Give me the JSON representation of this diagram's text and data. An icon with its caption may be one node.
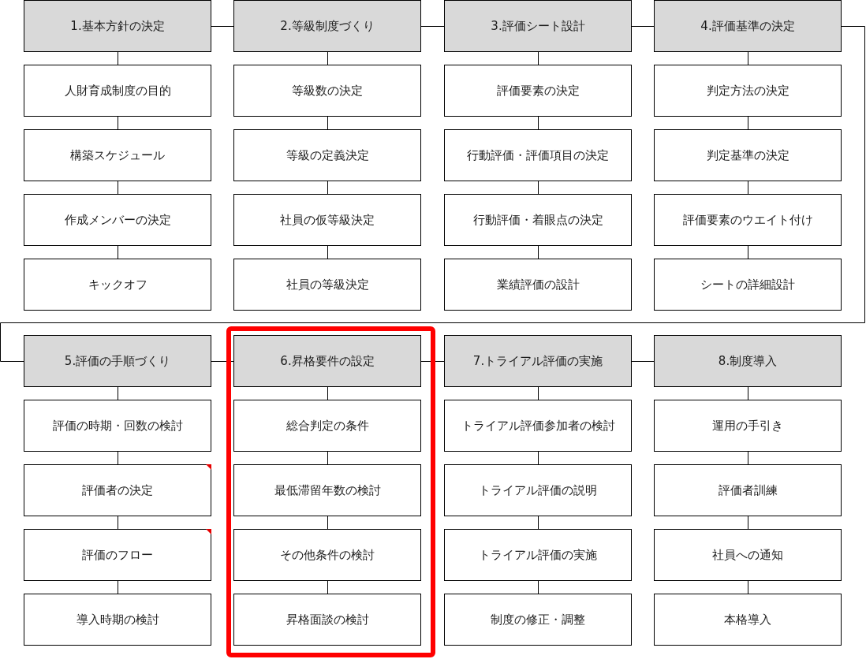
{
  "diagram": {
    "nodes": [
      {
        "text": [
          "1.基本方針の決定"
        ]
      },
      {
        "text": [
          "人財育成制度の目的"
        ]
      },
      {
        "text": [
          "構築スケジュール"
        ]
      },
      {
        "text": [
          "作成メンバーの決定"
        ]
      },
      {
        "text": [
          "キックオフ"
        ]
      },
      {
        "text": [
          "2.等級制度づくり"
        ]
      },
      {
        "text": [
          "等級数の決定"
        ]
      },
      {
        "text": [
          "等級の定義決定"
        ]
      },
      {
        "text": [
          "社員の仮等級決定"
        ]
      },
      {
        "text": [
          "社員の等級決定"
        ]
      },
      {
        "text": [
          "3.評価シート設計"
        ]
      },
      {
        "text": [
          "評価要素の決定"
        ]
      },
      {
        "text": [
          "行動評価・評価項目の決定"
        ]
      },
      {
        "text": [
          "行動評価・着眼点の決定"
        ]
      },
      {
        "text": [
          "業績評価の設計"
        ]
      },
      {
        "text": [
          "4.評価基準の決定"
        ]
      },
      {
        "text": [
          "判定方法の決定"
        ]
      },
      {
        "text": [
          "判定基準の決定"
        ]
      },
      {
        "text": [
          "評価要素のウエイト付け"
        ]
      },
      {
        "text": [
          "シートの詳細設計"
        ]
      },
      {
        "text": [
          "5.評価の手順づくり"
        ]
      },
      {
        "text": [
          "評価の時期・回数の検討"
        ]
      },
      {
        "text": [
          "評価者の決定"
        ]
      },
      {
        "text": [
          "評価のフロー"
        ]
      },
      {
        "text": [
          "導入時期の検討"
        ]
      },
      {
        "text": [],
        "shape": "box"
      },
      {
        "text": [
          "6.昇格要件の設定"
        ],
        "in": 25
      },
      {
        "text": [
          "総合判定の条件"
        ],
        "in": 25
      },
      {
        "text": [
          "最低滞留年数の検討"
        ],
        "in": 25
      },
      {
        "text": [
          "その他条件の検討"
        ],
        "in": 25
      },
      {
        "text": [
          "昇格面談の検討"
        ],
        "in": 25
      },
      {
        "text": [
          "7.トライアル評価の実施"
        ]
      },
      {
        "text": [
          "トライアル評価参加者の検討"
        ]
      },
      {
        "text": [
          "トライアル評価の説明"
        ]
      },
      {
        "text": [
          "トライアル評価の実施"
        ]
      },
      {
        "text": [
          "制度の修正・調整"
        ]
      },
      {
        "text": [
          "8.制度導入"
        ]
      },
      {
        "text": [
          "運用の手引き"
        ]
      },
      {
        "text": [
          "評価者訓練"
        ]
      },
      {
        "text": [
          "社員への通知"
        ]
      },
      {
        "text": [
          "本格導入"
        ]
      }
    ],
    "edges": [
      {
        "from": 0,
        "to": 5,
        "arrow": "none"
      },
      {
        "from": 5,
        "to": 10,
        "arrow": "none"
      },
      {
        "from": 10,
        "to": 15,
        "arrow": "none"
      },
      {
        "from": 15,
        "to": 20,
        "arrow": "none"
      },
      {
        "from": 20,
        "to": 26,
        "arrow": "none"
      },
      {
        "from": 26,
        "to": 31,
        "arrow": "none"
      },
      {
        "from": 31,
        "to": 36,
        "arrow": "none"
      },
      {
        "from": 0,
        "to": 1,
        "arrow": "none"
      },
      {
        "from": 1,
        "to": 2,
        "arrow": "none"
      },
      {
        "from": 2,
        "to": 3,
        "arrow": "none"
      },
      {
        "from": 3,
        "to": 4,
        "arrow": "none"
      },
      {
        "from": 5,
        "to": 6,
        "arrow": "none"
      },
      {
        "from": 6,
        "to": 7,
        "arrow": "none"
      },
      {
        "from": 7,
        "to": 8,
        "arrow": "none"
      },
      {
        "from": 8,
        "to": 9,
        "arrow": "none"
      },
      {
        "from": 10,
        "to": 11,
        "arrow": "none"
      },
      {
        "from": 11,
        "to": 12,
        "arrow": "none"
      },
      {
        "from": 12,
        "to": 13,
        "arrow": "none"
      },
      {
        "from": 13,
        "to": 14,
        "arrow": "none"
      },
      {
        "from": 15,
        "to": 16,
        "arrow": "none"
      },
      {
        "from": 16,
        "to": 17,
        "arrow": "none"
      },
      {
        "from": 17,
        "to": 18,
        "arrow": "none"
      },
      {
        "from": 18,
        "to": 19,
        "arrow": "none"
      },
      {
        "from": 20,
        "to": 21,
        "arrow": "none"
      },
      {
        "from": 21,
        "to": 22,
        "arrow": "none"
      },
      {
        "from": 22,
        "to": 23,
        "arrow": "none"
      },
      {
        "from": 23,
        "to": 24,
        "arrow": "none"
      },
      {
        "from": 26,
        "to": 27,
        "arrow": "none"
      },
      {
        "from": 27,
        "to": 28,
        "arrow": "none"
      },
      {
        "from": 28,
        "to": 29,
        "arrow": "none"
      },
      {
        "from": 29,
        "to": 30,
        "arrow": "none"
      },
      {
        "from": 31,
        "to": 32,
        "arrow": "none"
      },
      {
        "from": 32,
        "to": 33,
        "arrow": "none"
      },
      {
        "from": 33,
        "to": 34,
        "arrow": "none"
      },
      {
        "from": 34,
        "to": 35,
        "arrow": "none"
      },
      {
        "from": 36,
        "to": 37,
        "arrow": "none"
      },
      {
        "from": 37,
        "to": 38,
        "arrow": "none"
      },
      {
        "from": 38,
        "to": 39,
        "arrow": "none"
      },
      {
        "from": 39,
        "to": 40,
        "arrow": "none"
      }
    ]
  }
}
